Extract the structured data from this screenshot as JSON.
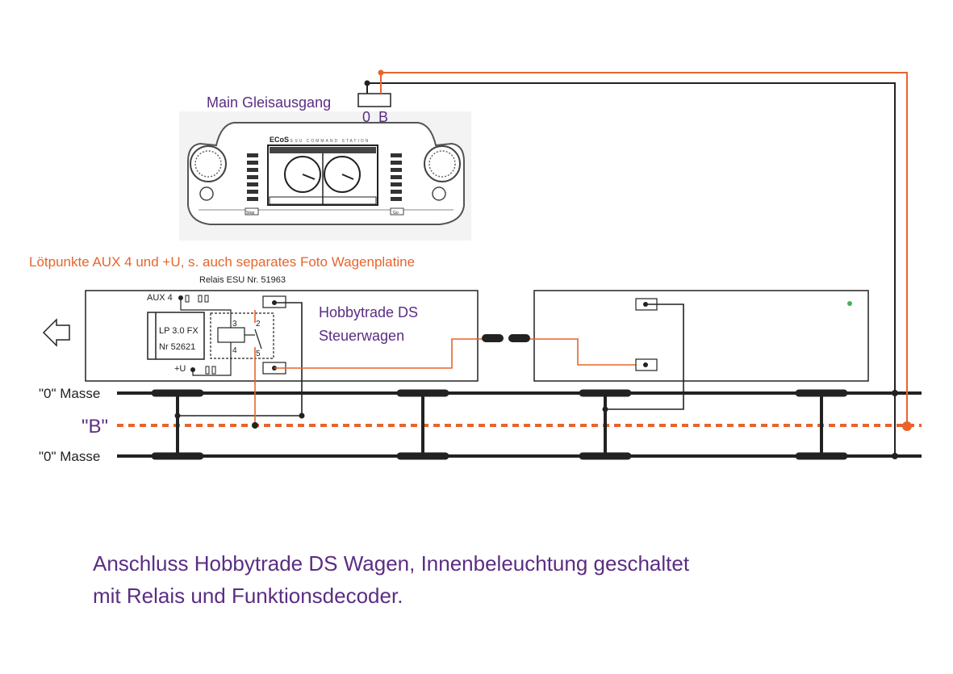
{
  "labels": {
    "main_output": "Main Gleisausgang",
    "main_terminals": "0  B",
    "solder_note": "Lötpunkte AUX 4 und +U, s. auch separates Foto Wagenplatine",
    "relay": "Relais ESU Nr. 51963",
    "aux4": "AUX 4",
    "plus_u": "+U",
    "decoder_line1": "LP 3.0 FX",
    "decoder_line2": "Nr 52621",
    "pin3": "3",
    "pin4": "4",
    "pin2": "2",
    "pin5": "5",
    "car_line1": "Hobbytrade DS",
    "car_line2": "Steuerwagen",
    "rail_top": "\"0\" Masse",
    "rail_mid": "\"B\"",
    "rail_bottom": "\"0\" Masse"
  },
  "controller": {
    "brand": "ECoS",
    "subtitle": "ESU COMMAND STATION",
    "btn_left": "Stop",
    "btn_right": "Go"
  },
  "caption": {
    "line1": "Anschluss Hobbytrade DS Wagen, Innenbeleuchtung geschaltet",
    "line2": "mit Relais und Funktionsdecoder."
  },
  "colors": {
    "text_purple": "#5b2d83",
    "wire_orange": "#e8642c",
    "wire_dark": "#222222",
    "indicator_green": "#4caf50"
  }
}
